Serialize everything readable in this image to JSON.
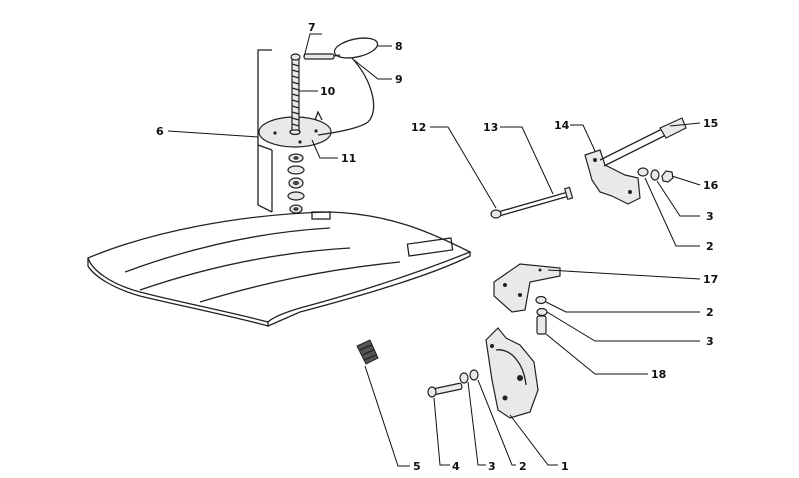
{
  "diagram": {
    "callouts": [
      {
        "id": "c1",
        "label": "1"
      },
      {
        "id": "c2a",
        "label": "2"
      },
      {
        "id": "c2b",
        "label": "2"
      },
      {
        "id": "c2c",
        "label": "2"
      },
      {
        "id": "c3a",
        "label": "3"
      },
      {
        "id": "c3b",
        "label": "3"
      },
      {
        "id": "c3c",
        "label": "3"
      },
      {
        "id": "c4",
        "label": "4"
      },
      {
        "id": "c5",
        "label": "5"
      },
      {
        "id": "c6",
        "label": "6"
      },
      {
        "id": "c7",
        "label": "7"
      },
      {
        "id": "c8",
        "label": "8"
      },
      {
        "id": "c9",
        "label": "9"
      },
      {
        "id": "c10",
        "label": "10"
      },
      {
        "id": "c11",
        "label": "11"
      },
      {
        "id": "c12",
        "label": "12"
      },
      {
        "id": "c13",
        "label": "13"
      },
      {
        "id": "c14",
        "label": "14"
      },
      {
        "id": "c15",
        "label": "15"
      },
      {
        "id": "c16",
        "label": "16"
      },
      {
        "id": "c17",
        "label": "17"
      },
      {
        "id": "c18",
        "label": "18"
      }
    ]
  }
}
